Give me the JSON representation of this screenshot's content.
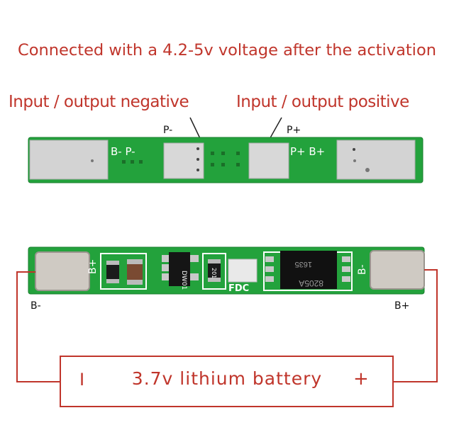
{
  "headline": "Connected with a 4.2-5v voltage after the activation",
  "labels": {
    "negative": "Input / output negative",
    "positive": "Input / output positive",
    "p_minus": "P-",
    "p_plus": "P+",
    "b_minus": "B-",
    "b_plus": "B+"
  },
  "pcb_silkscreen": {
    "top_left": "B-  P-",
    "top_right": "P+ B+",
    "bottom_left_pad": "B+",
    "bottom_right_pad": "B-",
    "fdc": "FDC",
    "ic_dw01": "DW01",
    "ic_8205": "8205A",
    "ic_8205_code": "1635",
    "resistor_code": "201"
  },
  "battery": {
    "label": "3.7v lithium battery",
    "negative_symbol": "I",
    "positive_symbol": "+"
  },
  "colors": {
    "annotation_red": "#c0352b",
    "pcb_green": "#23a23c",
    "pad_silver": "#d4d4d4",
    "wire_red": "#c0352b"
  }
}
